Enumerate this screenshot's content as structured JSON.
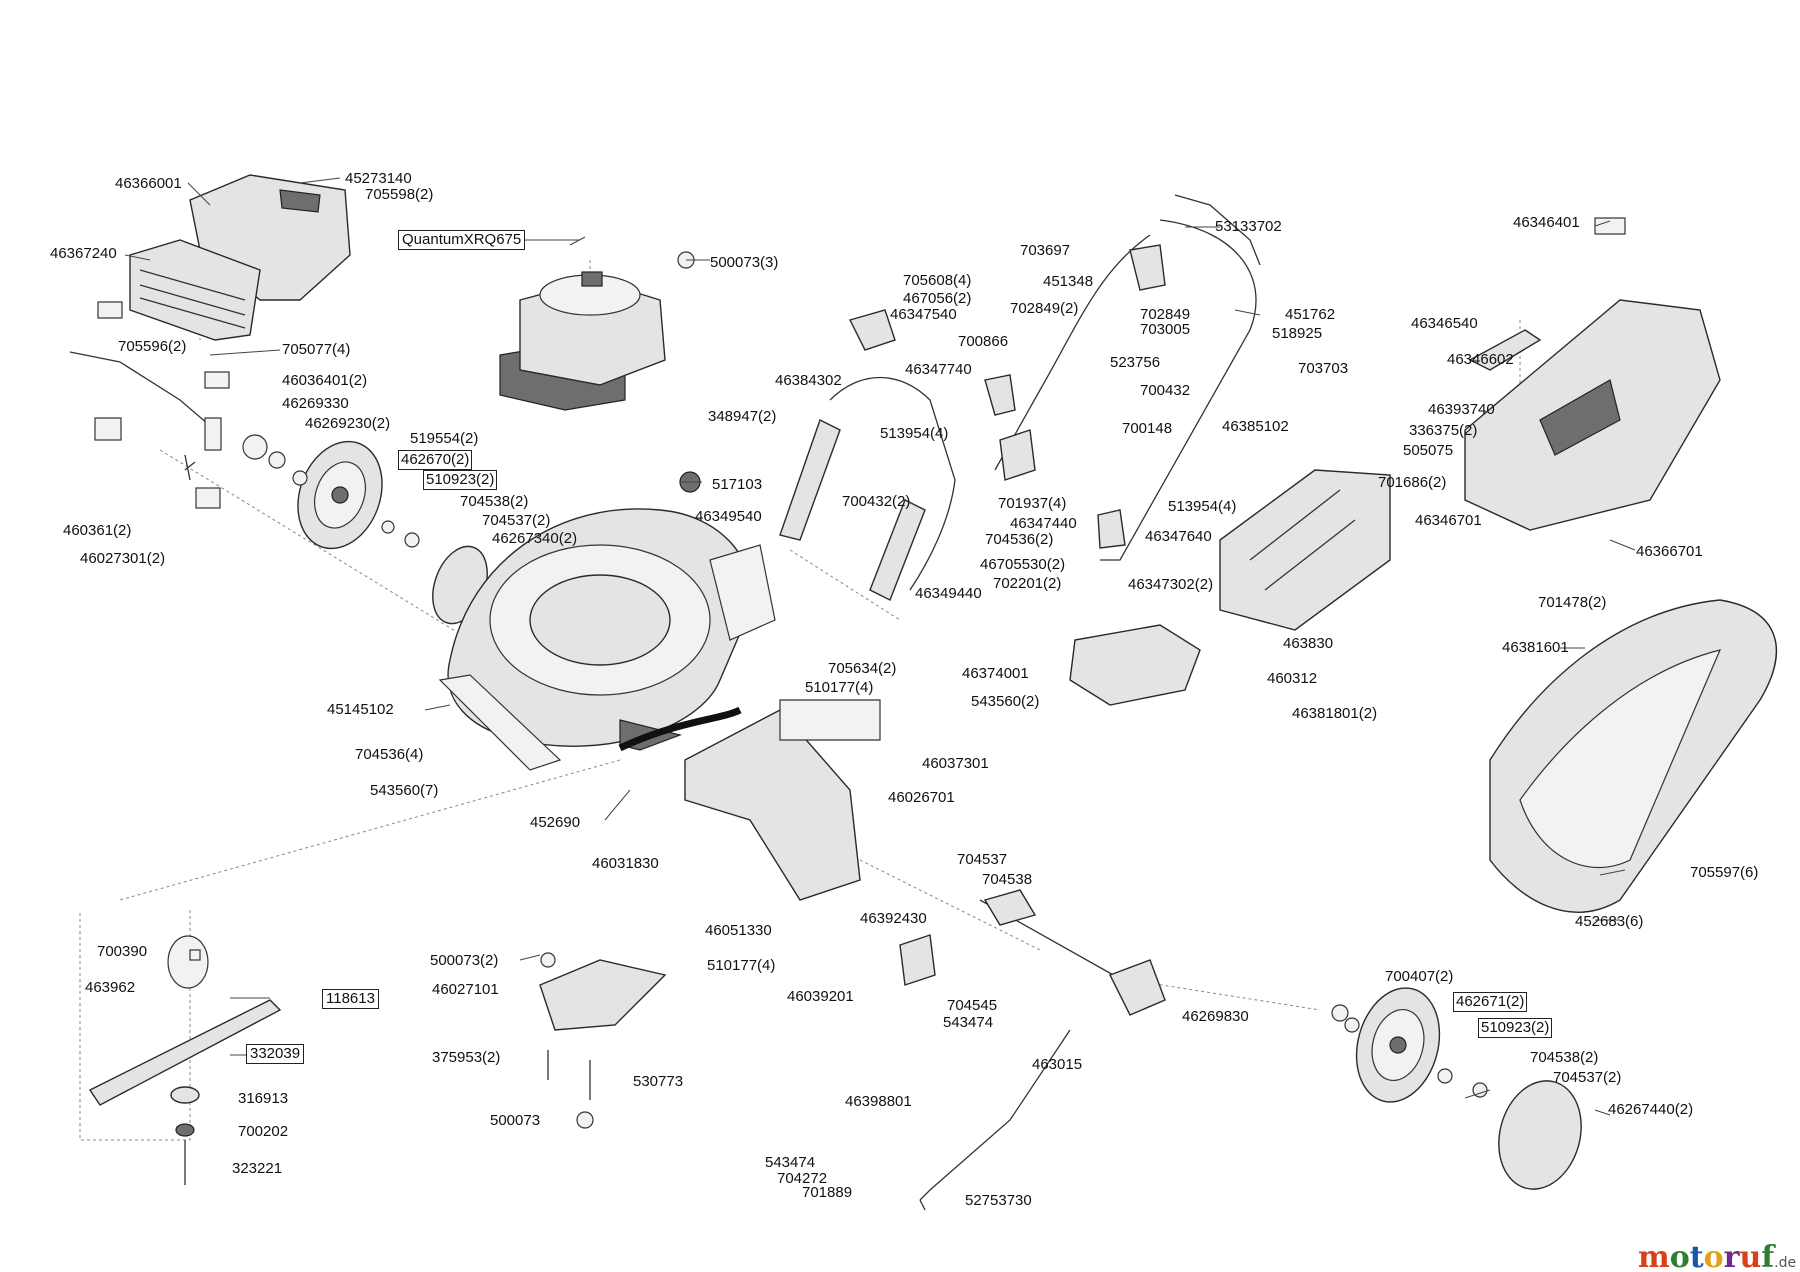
{
  "diagram": {
    "engine_label": "QuantumXRQ675",
    "parts": {
      "p46366001": "46366001",
      "p45273140": "45273140",
      "p705598_2": "705598(2)",
      "p46367240": "46367240",
      "p705077_4": "705077(4)",
      "p705596_2": "705596(2)",
      "p46036401_2": "46036401(2)",
      "p46269330": "46269330",
      "p46269230_2": "46269230(2)",
      "p519554_2": "519554(2)",
      "p462670_2": "462670(2)",
      "p510923_2a": "510923(2)",
      "p704538_2a": "704538(2)",
      "p704537_2a": "704537(2)",
      "p46267340_2": "46267340(2)",
      "p460361_2": "460361(2)",
      "p46027301_2": "46027301(2)",
      "p500073_3": "500073(3)",
      "p517103": "517103",
      "p46349540": "46349540",
      "p45145102": "45145102",
      "p704536_4": "704536(4)",
      "p543560_7": "543560(7)",
      "p452690": "452690",
      "p705608_4": "705608(4)",
      "p467056_2": "467056(2)",
      "p46347540": "46347540",
      "p46384302": "46384302",
      "p348947_2": "348947(2)",
      "p46347740": "46347740",
      "p513954_4a": "513954(4)",
      "p700432_2a": "700432(2)",
      "p46349440": "46349440",
      "p705634_2": "705634(2)",
      "p510177_4a": "510177(4)",
      "p543560_2": "543560(2)",
      "p46037301": "46037301",
      "p46026701": "46026701",
      "p46031830": "46031830",
      "p46051330": "46051330",
      "p46392430": "46392430",
      "p510177_4b": "510177(4)",
      "p46039201": "46039201",
      "p53133702": "53133702",
      "p703697": "703697",
      "p451348": "451348",
      "p702849_2a": "702849(2)",
      "p702849_b": "702849",
      "p703005": "703005",
      "p451762": "451762",
      "p518925": "518925",
      "p700866": "700866",
      "p523756": "523756",
      "p703703": "703703",
      "p700432_b": "700432",
      "p700148": "700148",
      "p46385102": "46385102",
      "p701937_4": "701937(4)",
      "p46347440": "46347440",
      "p513954_4b": "513954(4)",
      "p704536_2": "704536(2)",
      "p46347640": "46347640",
      "p46705530_2": "46705530(2)",
      "p702201_2": "702201(2)",
      "p46347302_2": "46347302(2)",
      "p46374001": "46374001",
      "p463830": "463830",
      "p460312": "460312",
      "p46381801_2": "46381801(2)",
      "p46346401": "46346401",
      "p46346540": "46346540",
      "p46346602": "46346602",
      "p46393740": "46393740",
      "p336375_2": "336375(2)",
      "p505075": "505075",
      "p701686_2": "701686(2)",
      "p46346701": "46346701",
      "p46366701": "46366701",
      "p701478_2": "701478(2)",
      "p46381601": "46381601",
      "p705597_6": "705597(6)",
      "p452683_6": "452683(6)",
      "p700390": "700390",
      "p463962": "463962",
      "p118613": "118613",
      "p332039": "332039",
      "p316913": "316913",
      "p700202": "700202",
      "p323221": "323221",
      "p500073_2": "500073(2)",
      "p46027101": "46027101",
      "p375953_2": "375953(2)",
      "p530773": "530773",
      "p500073": "500073",
      "p704537": "704537",
      "p704538": "704538",
      "p704545": "704545",
      "p543474_a": "543474",
      "p46269830": "46269830",
      "p463015": "463015",
      "p46398801": "46398801",
      "p543474_b": "543474",
      "p704272": "704272",
      "p701889": "701889",
      "p52753730": "52753730",
      "p700407_2": "700407(2)",
      "p462671_2": "462671(2)",
      "p510923_2b": "510923(2)",
      "p704538_2b": "704538(2)",
      "p704537_2b": "704537(2)",
      "p46267440_2": "46267440(2)"
    }
  },
  "watermark": {
    "brand": "motoruf",
    "domain": ".de"
  }
}
